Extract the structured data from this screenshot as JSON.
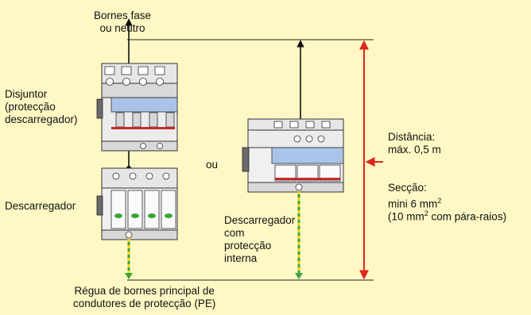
{
  "labels": {
    "top_terminals": "Bornes fase\nou neutro",
    "breaker": "Disjuntor\n(protecção\ndescarregador)",
    "arrester": "Descarregador",
    "or": "ou",
    "arrester_internal": "Descarregador\ncom\nprotecção\ninterna",
    "distance": "Distância:\nmáx. 0,5 m",
    "section_title": "Secção:",
    "section_line1_text": "mini 6 mm",
    "section_line1_sup": "2",
    "section_line2_open": "(10 mm",
    "section_line2_sup": "2",
    "section_line2_rest": " com pára-raios)",
    "bottom_bar": "Régua de bornes principal de\ncondutores de protecção (PE)"
  },
  "colors": {
    "background": "#fff8c4",
    "dimension_arrow": "#e1241e",
    "earth_conductor": "#3aa53a",
    "earth_conductor_stripe": "#f2d20a",
    "module_body": "#e8e8e8",
    "module_label_band": "#a9c4e8"
  }
}
